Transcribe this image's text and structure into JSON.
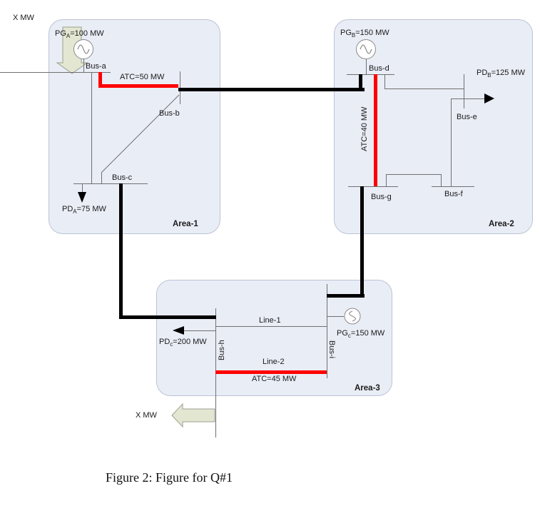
{
  "caption": "Figure 2: Figure for Q#1",
  "external_injections": {
    "top": "X MW",
    "bottom": "X MW"
  },
  "areas": [
    {
      "name": "Area-1"
    },
    {
      "name": "Area-2"
    },
    {
      "name": "Area-3"
    }
  ],
  "buses": {
    "a": "Bus-a",
    "b": "Bus-b",
    "c": "Bus-c",
    "d": "Bus-d",
    "e": "Bus-e",
    "f": "Bus-f",
    "g": "Bus-g",
    "h": "Bus-h",
    "i": "Bus-i"
  },
  "generators": {
    "a": {
      "prefix": "PG",
      "sub": "A",
      "suffix": "=100 MW"
    },
    "b": {
      "prefix": "PG",
      "sub": "B",
      "suffix": "=150 MW"
    },
    "c": {
      "prefix": "PG",
      "sub": "c",
      "suffix": "=150 MW"
    }
  },
  "loads": {
    "a": {
      "prefix": "PD",
      "sub": "A",
      "suffix": "=75 MW"
    },
    "b": {
      "prefix": "PD",
      "sub": "B",
      "suffix": "=125 MW"
    },
    "c": {
      "prefix": "PD",
      "sub": "c",
      "suffix": "=200 MW"
    }
  },
  "atc": {
    "tie_1_2": "ATC=50 MW",
    "tie_2_within": "ATC=40 MW",
    "line_2": "ATC=45 MW"
  },
  "lines": {
    "line1": "Line-1",
    "line2": "Line-2"
  },
  "colors": {
    "area_fill": "#e9edf6",
    "area_border": "#bcc3d4",
    "atc_highlight": "#fe0000",
    "tie_line": "#000000",
    "thin_line": "#707070",
    "block_arrow_fill": "#e3e6d1",
    "block_arrow_border": "#9aa08f",
    "text": "#1a1a1a"
  }
}
